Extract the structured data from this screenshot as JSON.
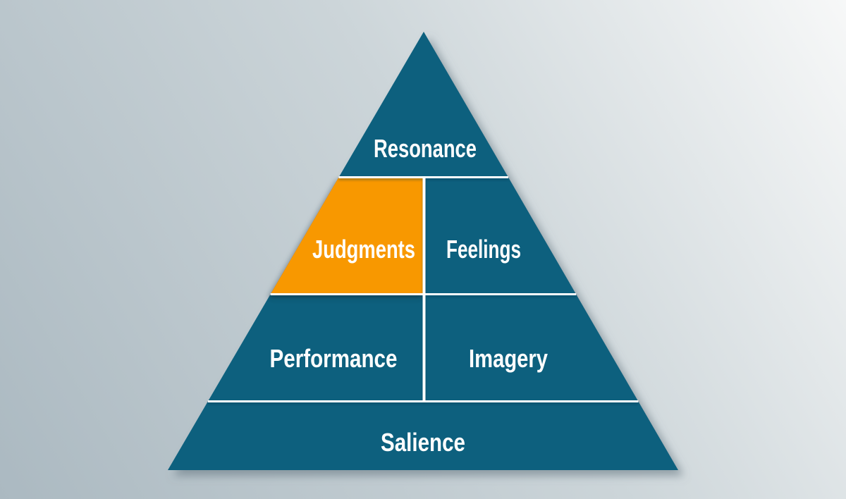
{
  "diagram": {
    "name": "brand-equity-pyramid",
    "type": "pyramid",
    "levels": [
      {
        "id": "resonance",
        "label": "Resonance",
        "row": 1,
        "highlighted": false
      },
      {
        "id": "judgments",
        "label": "Judgments",
        "row": 2,
        "highlighted": true
      },
      {
        "id": "feelings",
        "label": "Feelings",
        "row": 2,
        "highlighted": false
      },
      {
        "id": "performance",
        "label": "Performance",
        "row": 3,
        "highlighted": false
      },
      {
        "id": "imagery",
        "label": "Imagery",
        "row": 3,
        "highlighted": false
      },
      {
        "id": "salience",
        "label": "Salience",
        "row": 4,
        "highlighted": false
      }
    ]
  },
  "colors": {
    "pyramid_teal": "#0d617e",
    "highlight_orange": "#f89806",
    "divider_white": "#ffffff",
    "label_white": "#ffffff",
    "background_light": "#f7f8f8",
    "background_mid": "#ccd5d9",
    "background_dark": "#abb9c1"
  }
}
